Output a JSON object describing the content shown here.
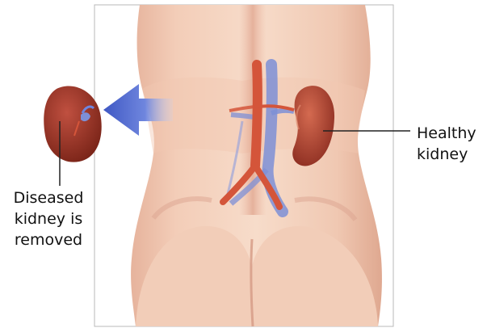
{
  "labels": {
    "healthy": {
      "line1": "Healthy",
      "line2": "kidney"
    },
    "diseased": {
      "line1": "Diseased",
      "line2": "kidney is",
      "line3": "removed"
    }
  },
  "colors": {
    "skin_light": "#f4d3c0",
    "skin_mid": "#e8b7a0",
    "skin_shadow": "#c98f7a",
    "frame_border": "#b9b9b9",
    "artery": "#d4553a",
    "vein": "#7d8fd6",
    "kidney_healthy": "#b8503a",
    "kidney_diseased": "#9a3428",
    "arrow": "#4a63c8",
    "leader_line": "#222222"
  },
  "icons": [
    "left-arrow-icon",
    "healthy-kidney-icon",
    "diseased-kidney-icon"
  ]
}
